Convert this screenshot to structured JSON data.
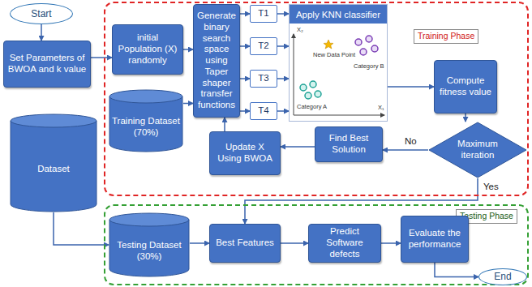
{
  "diagram": {
    "nodes": [
      {
        "text": [
          "Start"
        ]
      },
      {
        "text": [
          "Set Parameters of BWOA and k value"
        ]
      },
      {
        "text": [
          "Training Phase"
        ]
      },
      {
        "text": [
          "initial Population (X) randomly"
        ],
        "in": 2
      },
      {
        "text": [
          "Generate binary search space using Taper shaper transfer functions"
        ],
        "in": 2
      },
      {
        "text": [
          "T1"
        ],
        "in": 2
      },
      {
        "text": [
          "T2"
        ],
        "in": 2
      },
      {
        "text": [
          "T3"
        ],
        "in": 2
      },
      {
        "text": [
          "T4"
        ],
        "in": 2
      },
      {
        "text": [
          "Apply KNN classifier"
        ],
        "in": 2
      },
      {
        "text": [
          "Compute fitness value"
        ],
        "in": 2
      },
      {
        "text": [
          "Training Dataset (70%)"
        ],
        "in": 2
      },
      {
        "text": [
          "Dataset"
        ]
      },
      {
        "text": [
          "Update X Using BWOA"
        ],
        "in": 2
      },
      {
        "text": [
          "Find Best Solution"
        ],
        "in": 2
      },
      {
        "text": [
          "Maximum iteration"
        ],
        "in": 2
      },
      {
        "text": [
          "Testing Phase"
        ]
      },
      {
        "text": [
          "Testing Dataset (30%)"
        ],
        "in": 16
      },
      {
        "text": [
          "Best Features"
        ],
        "in": 16
      },
      {
        "text": [
          "Predict Software defects"
        ],
        "in": 16
      },
      {
        "text": [
          "Evaluate the performance"
        ],
        "in": 16
      },
      {
        "text": [
          "End"
        ],
        "in": 16
      }
    ],
    "edges": [
      {
        "from": 0,
        "to": 1,
        "arrow": "to"
      },
      {
        "from": 1,
        "to": 3,
        "arrow": "to"
      },
      {
        "from": 3,
        "to": 4,
        "arrow": "to"
      },
      {
        "from": 11,
        "to": 4,
        "arrow": "to"
      },
      {
        "from": 4,
        "to": 5,
        "arrow": "to"
      },
      {
        "from": 4,
        "to": 6,
        "arrow": "to"
      },
      {
        "from": 4,
        "to": 7,
        "arrow": "to"
      },
      {
        "from": 4,
        "to": 8,
        "arrow": "to"
      },
      {
        "from": 5,
        "to": 9,
        "arrow": "to"
      },
      {
        "from": 6,
        "to": 9,
        "arrow": "to"
      },
      {
        "from": 7,
        "to": 9,
        "arrow": "to"
      },
      {
        "from": 8,
        "to": 9,
        "arrow": "to"
      },
      {
        "from": 9,
        "to": 10,
        "arrow": "to"
      },
      {
        "from": 10,
        "to": 15,
        "arrow": "to"
      },
      {
        "from": 15,
        "to": 14,
        "label": "No",
        "arrow": "to"
      },
      {
        "from": 14,
        "to": 13,
        "arrow": "to"
      },
      {
        "from": 13,
        "to": 4,
        "arrow": "to"
      },
      {
        "from": 15,
        "to": 18,
        "label": "Yes",
        "arrow": "to"
      },
      {
        "from": 12,
        "to": 17,
        "arrow": "to"
      },
      {
        "from": 17,
        "to": 18,
        "arrow": "to"
      },
      {
        "from": 18,
        "to": 19,
        "arrow": "to"
      },
      {
        "from": 19,
        "to": 20,
        "arrow": "to"
      },
      {
        "from": 20,
        "to": 21,
        "arrow": "to"
      }
    ],
    "labels": [
      "X₂",
      "Category B",
      "New Data Point",
      "Category A",
      "X₁"
    ]
  }
}
